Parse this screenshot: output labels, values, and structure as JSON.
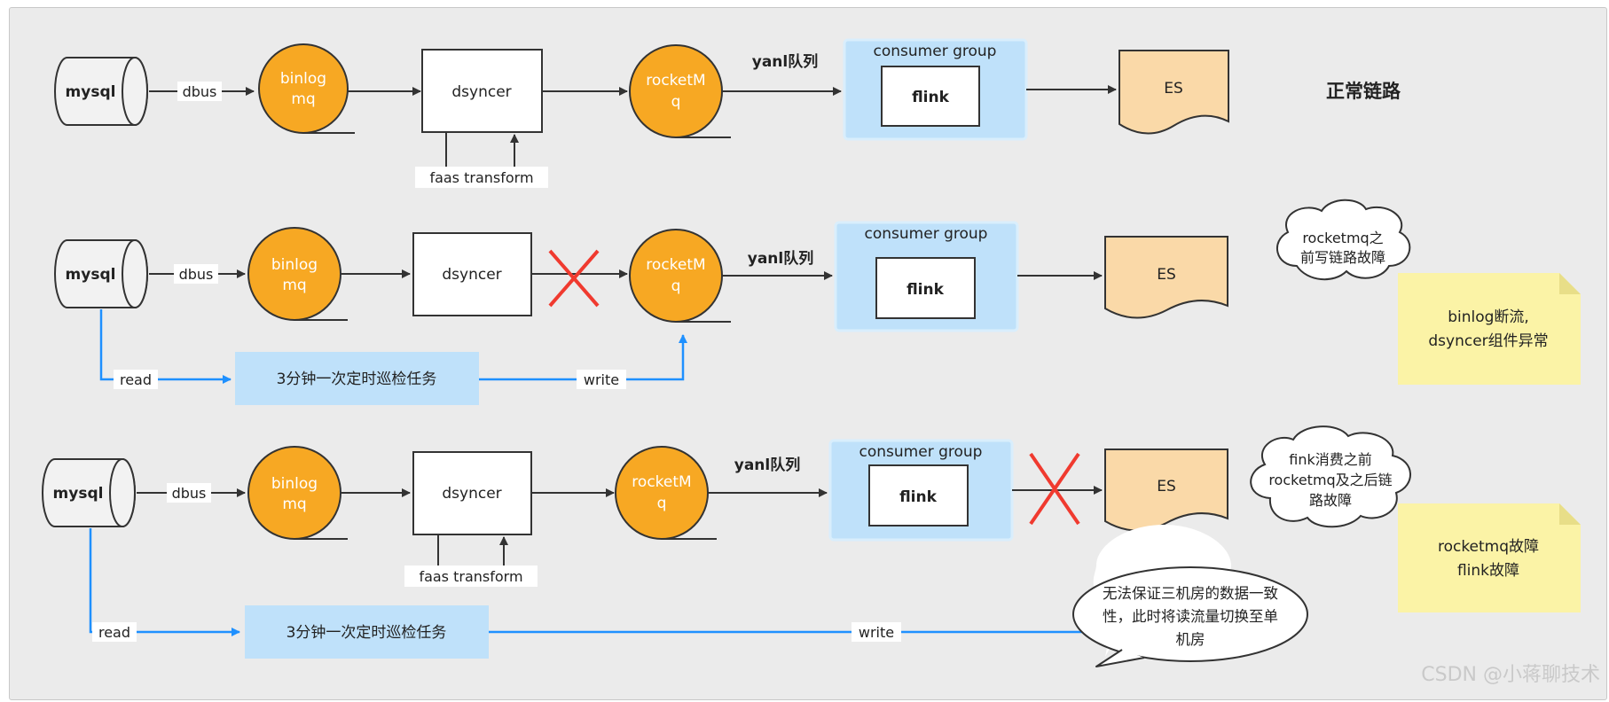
{
  "colors": {
    "orange": "#F7A823",
    "blue_fill": "#BFE1FA",
    "es_fill": "#FAD9A8",
    "note_fill": "#FBF3A6",
    "red": "#F03A2F",
    "blue_line": "#1E90FF"
  },
  "rows": [
    {
      "mysql": "mysql",
      "dbus": "dbus",
      "binlog": "binlog",
      "mq": "mq",
      "dsyncer": "dsyncer",
      "faas": "faas transform",
      "rocket1": "rocketM",
      "rocket2": "q",
      "yanl": "yanl队列",
      "group": "consumer group",
      "flink": "flink",
      "es": "ES"
    },
    {
      "mysql": "mysql",
      "dbus": "dbus",
      "binlog": "binlog",
      "mq": "mq",
      "dsyncer": "dsyncer",
      "rocket1": "rocketM",
      "rocket2": "q",
      "yanl": "yanl队列",
      "group": "consumer group",
      "flink": "flink",
      "es": "ES",
      "read": "read",
      "task": "3分钟一次定时巡检任务",
      "write": "write"
    },
    {
      "mysql": "mysql",
      "dbus": "dbus",
      "binlog": "binlog",
      "mq": "mq",
      "dsyncer": "dsyncer",
      "faas": "faas transform",
      "rocket1": "rocketM",
      "rocket2": "q",
      "yanl": "yanl队列",
      "group": "consumer group",
      "flink": "flink",
      "es": "ES",
      "read": "read",
      "task": "3分钟一次定时巡检任务",
      "write": "write"
    }
  ],
  "normal_link": "正常链路",
  "cloud1": [
    "rocketmq之",
    "前写链路故障"
  ],
  "note1": [
    "binlog断流,",
    "dsyncer组件异常"
  ],
  "cloud2": [
    "fink消费之前",
    "rocketmq及之后链",
    "路故障"
  ],
  "note2": [
    "rocketmq故障",
    "flink故障"
  ],
  "bubble": [
    "无法保证三机房的数据一致",
    "性，此时将读流量切换至单",
    "机房"
  ],
  "watermark": "CSDN @小蒋聊技术"
}
